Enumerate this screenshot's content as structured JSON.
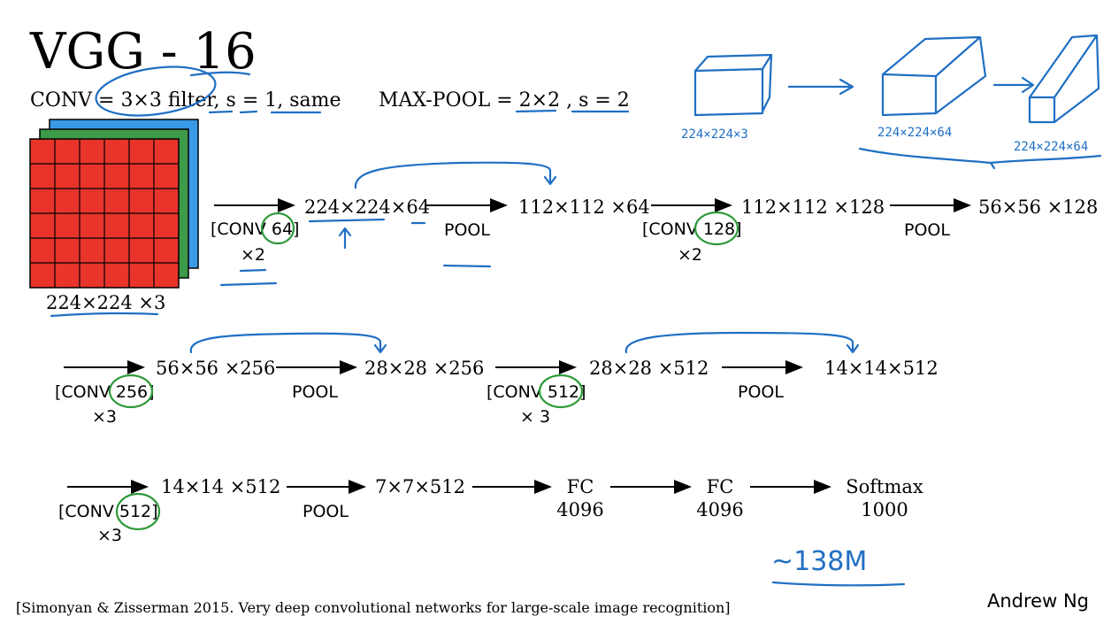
{
  "title": "VGG - 16",
  "conv_def": {
    "prefix": "CONV = ",
    "filter": "3×3 filter",
    "s": "s = 1",
    "same": "same",
    "sep1": ", ",
    "sep2": ", "
  },
  "pool_def": {
    "prefix": "MAX-POOL = ",
    "size": "2×2",
    "sep": " , ",
    "s": "s = 2"
  },
  "input_label": "224×224 ×3",
  "row1": {
    "conv1": "[CONV 64]",
    "conv1_rep": "×2",
    "out1": "224×224×64",
    "pool1": "POOL",
    "out2": "112×112 ×64",
    "conv2": "[CONV 128]",
    "conv2_rep": "×2",
    "out3": "112×112 ×128",
    "pool2": "POOL",
    "out4": "56×56 ×128"
  },
  "row2": {
    "conv1": "[CONV 256]",
    "conv1_rep": "×3",
    "out1": "56×56 ×256",
    "pool1": "POOL",
    "out2": "28×28 ×256",
    "conv2": "[CONV 512]",
    "conv2_rep": "× 3",
    "out3": "28×28 ×512",
    "pool2": "POOL",
    "out4": "14×14×512"
  },
  "row3": {
    "conv1": "[CONV 512]",
    "conv1_rep": "×3",
    "out1": "14×14 ×512",
    "pool1": "POOL",
    "out2": "7×7×512",
    "fc1": "FC",
    "fc1_n": "4096",
    "fc2": "FC",
    "fc2_n": "4096",
    "softmax": "Softmax",
    "softmax_n": "1000"
  },
  "handwriting": {
    "dims1": "224×224×3",
    "dims2": "224×224×64",
    "dims3": "224×224×64",
    "params": "~138M"
  },
  "citation": "[Simonyan & Zisserman 2015. Very deep convolutional networks for large-scale image recognition]",
  "author": "Andrew Ng",
  "colors": {
    "red_layer": "#e8342b",
    "green_layer": "#3c9b48",
    "blue_layer": "#3a9ae6",
    "ink_blue": "#1f6fc4",
    "ink_green": "#2e9a3a"
  }
}
